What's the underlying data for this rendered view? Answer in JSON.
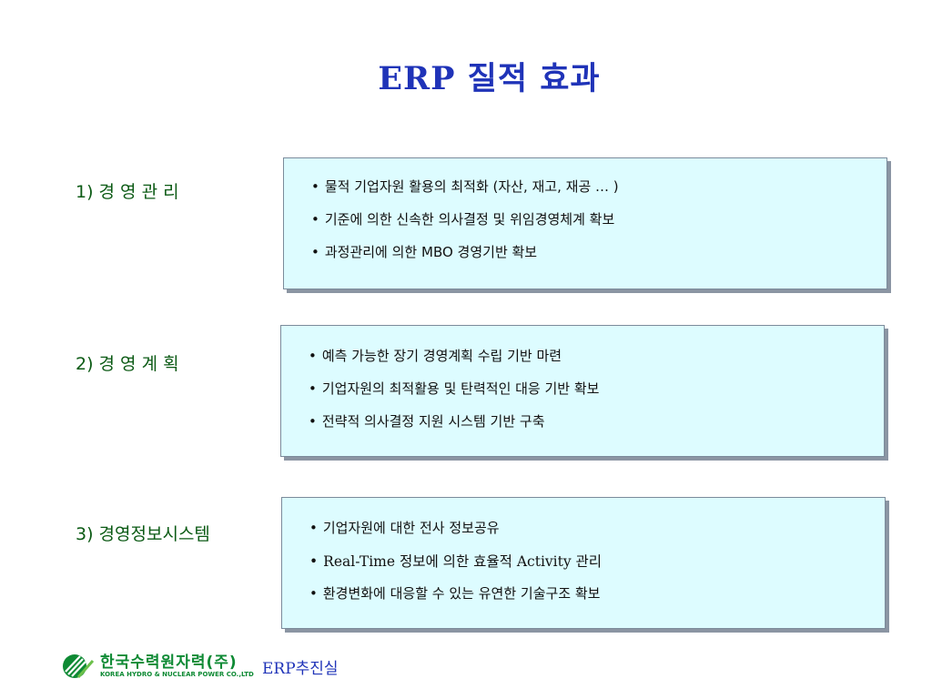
{
  "title": "ERP 질적 효과",
  "sections": [
    {
      "label": "1) 경 영 관 리",
      "items": [
        "물적 기업자원 활용의 최적화 (자산, 재고, 재공 … )",
        "기준에 의한 신속한 의사결정 및 위임경영체계 확보",
        "과정관리에 의한 MBO 경영기반 확보"
      ]
    },
    {
      "label": "2) 경 영 계 획",
      "items": [
        "예측 가능한 장기 경영계획 수립 기반 마련",
        "기업자원의 최적활용 및 탄력적인 대응 기반 확보",
        "전략적 의사결정 지원 시스템 기반 구축"
      ]
    },
    {
      "label": "3) 경영정보시스템",
      "items": [
        "기업자원에 대한 전사 정보공유",
        "Real-Time 정보에 의한 효율적 Activity 관리",
        "환경변화에 대응할 수 있는 유연한 기술구조 확보"
      ]
    }
  ],
  "bullet": "•",
  "footer": {
    "logo_kr": "한국수력원자력(주)",
    "logo_en": "KOREA HYDRO & NUCLEAR POWER CO.,LTD",
    "dept": "ERP추진실"
  },
  "colors": {
    "title": "#1f33b8",
    "section_label": "#0b5a14",
    "box_fill": "#ddfcff",
    "logo_green": "#0e8a34"
  }
}
